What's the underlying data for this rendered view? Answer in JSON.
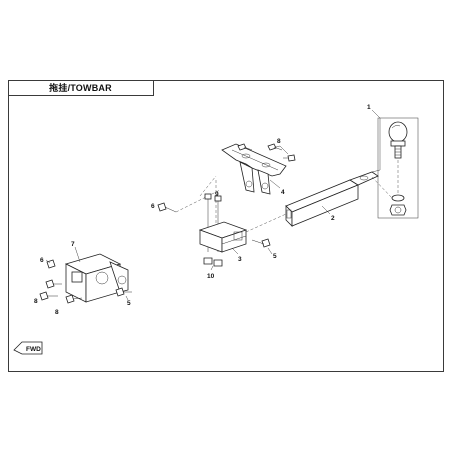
{
  "title": "拖挂/TOWBAR",
  "callouts": {
    "c1": "1",
    "c2": "2",
    "c3": "3",
    "c4": "4",
    "c5a": "5",
    "c5b": "5",
    "c6a": "6",
    "c6b": "6",
    "c7": "7",
    "c8a": "8",
    "c8b": "8",
    "c8c": "8",
    "c9": "9",
    "c10": "10"
  },
  "direction_marker": "FWD"
}
